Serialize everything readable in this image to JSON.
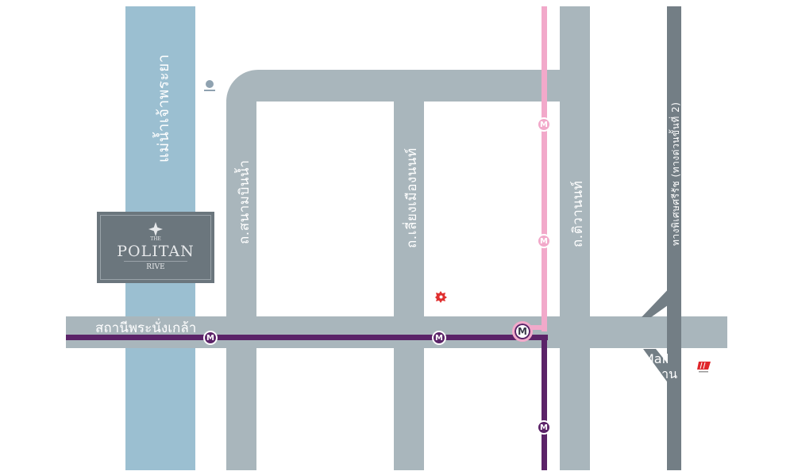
{
  "map": {
    "river_label": "แม่น้ำเจ้าพระยา",
    "roads": {
      "sanambinnam": "ถ.สนามบินน้ำ",
      "liangmueangnon": "ถ.เลี่ยงเมืองนนท์",
      "tiwanon": "ถ.ติวานนท์",
      "phiset": "ทางพิเศษศรีรัช (ทางด่วนขั้นที่ 2)"
    },
    "station_label": "สถานีพระนั่งเกล้า",
    "mall_label_line1": "Mall",
    "mall_label_line2": "งามวงศ์วาน",
    "metro_symbol": "M",
    "project": {
      "the": "THE",
      "name": "POLITAN",
      "sub": "RIVE"
    },
    "colors": {
      "purple_line": "#5b2368",
      "pink_line": "#f2a9ca",
      "river": "#9bbfd1",
      "road": "#a9b6bc",
      "expressway": "#737e85"
    }
  }
}
